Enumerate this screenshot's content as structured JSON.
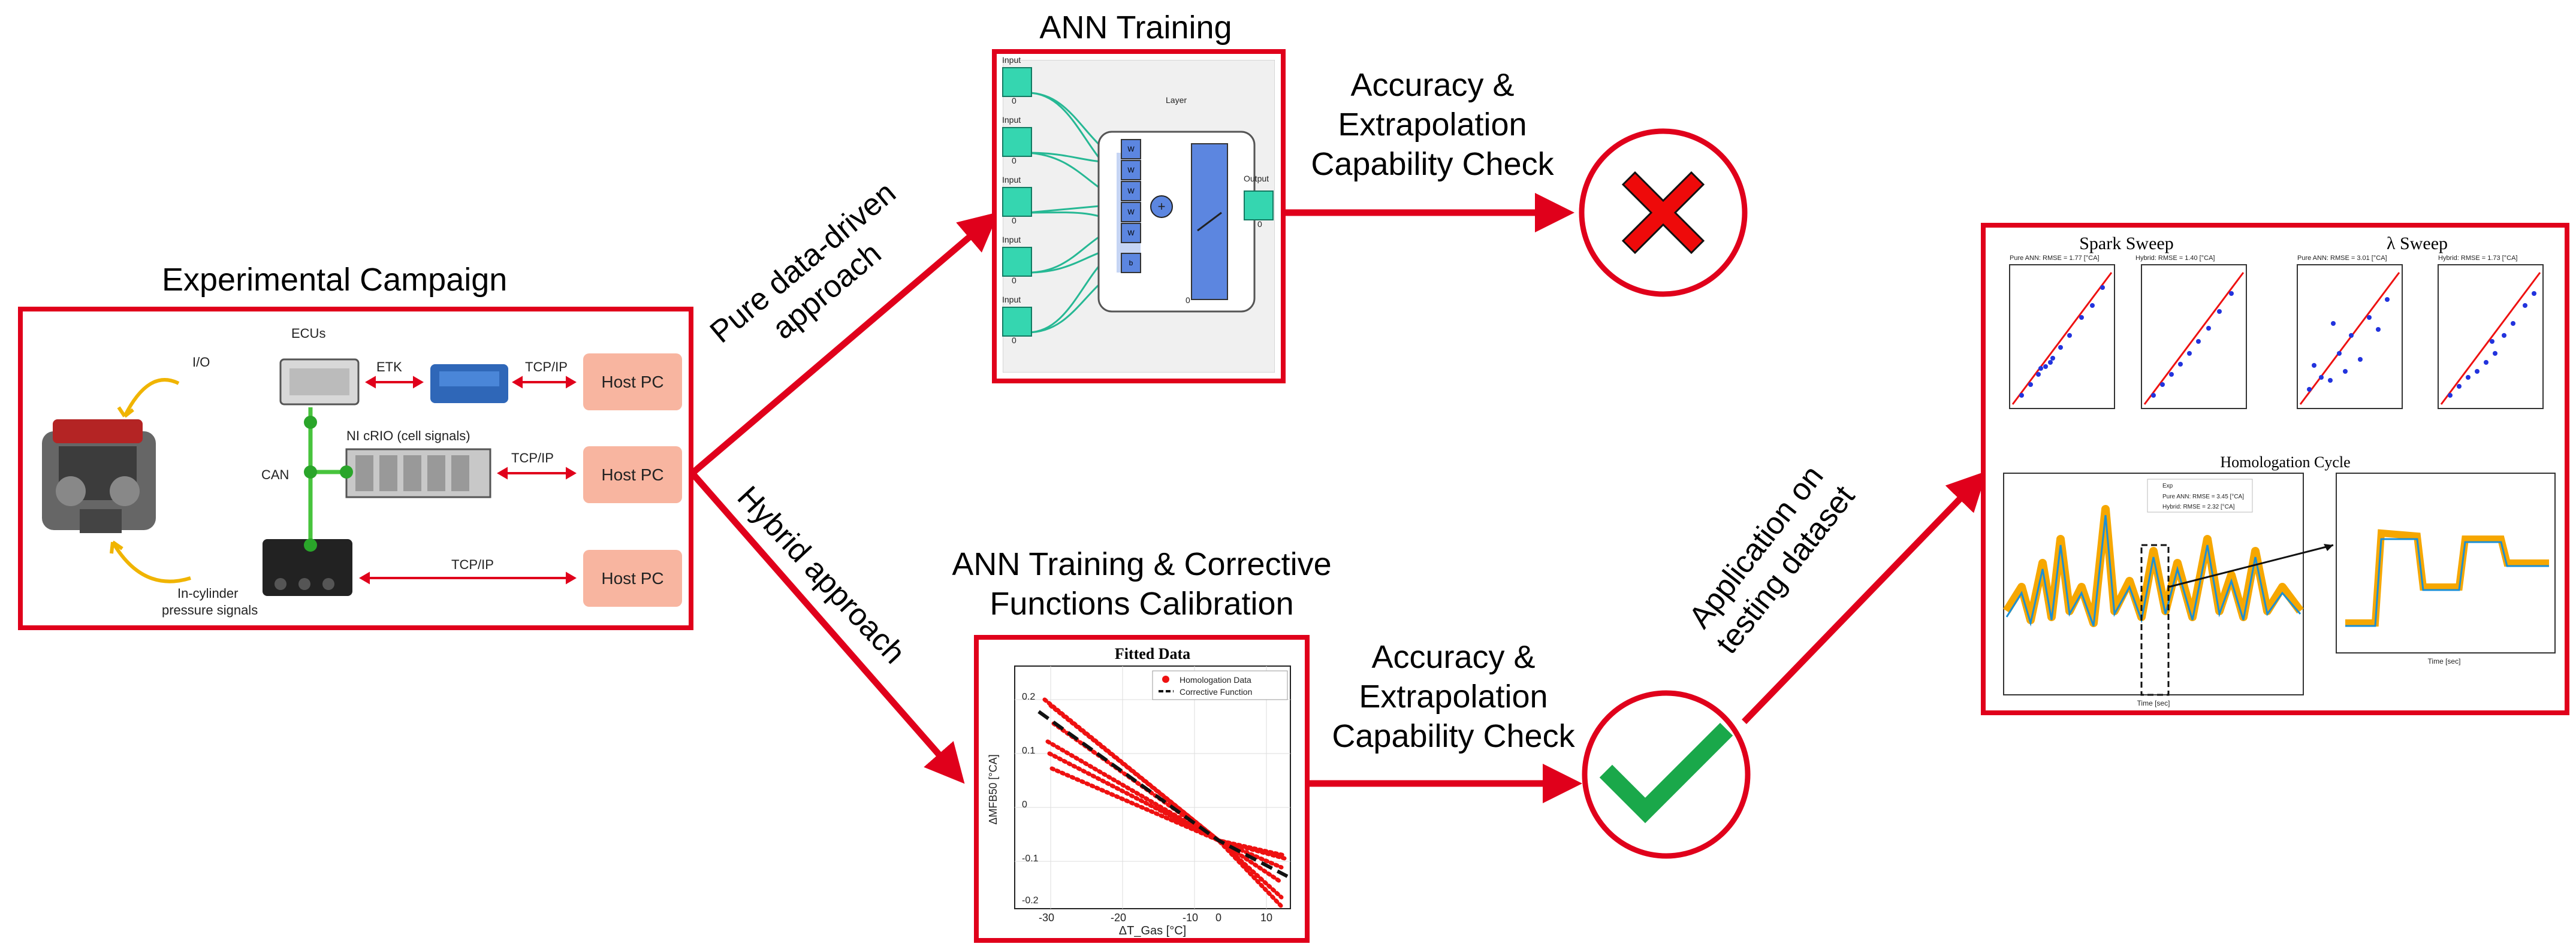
{
  "experimental_campaign": {
    "title": "Experimental Campaign",
    "ecus_label": "ECUs",
    "io_label": "I/O",
    "etk_label": "ETK",
    "tcpip_1": "TCP/IP",
    "tcpip_2": "TCP/IP",
    "tcpip_3": "TCP/IP",
    "nicrio_label": "NI cRIO (cell signals)",
    "can_label": "CAN",
    "incyl_label_1": "In-cylinder",
    "incyl_label_2": "pressure signals",
    "host_pc_1": "Host PC",
    "host_pc_2": "Host PC",
    "host_pc_3": "Host PC"
  },
  "ann_training": {
    "title": "ANN Training",
    "input_label": "Input",
    "input_value": "0",
    "layer_label": "Layer",
    "w_label": "W",
    "b_label": "b",
    "layer_value": "0",
    "output_label": "Output",
    "output_value": "0"
  },
  "pure_path": {
    "label_1": "Pure data-driven",
    "label_2": "approach"
  },
  "check_top": {
    "line1": "Accuracy &",
    "line2": "Extrapolation",
    "line3": "Capability Check",
    "result_icon": "red-x-icon"
  },
  "hybrid_path": {
    "label": "Hybrid approach"
  },
  "ann_corrective": {
    "title_1": "ANN Training & Corrective",
    "title_2": "Functions Calibration",
    "plot_title": "Fitted Data",
    "legend_1": "Homologation Data",
    "legend_2": "Corrective Function",
    "ylabel": "ΔMFB50 [°CA]",
    "xlabel": "ΔT_Gas [°C]",
    "xticks": [
      "-30",
      "-20",
      "-10",
      "0",
      "10"
    ],
    "yticks": [
      "0.2",
      "0.1",
      "0",
      "-0.1",
      "-0.2"
    ]
  },
  "check_bottom": {
    "line1": "Accuracy &",
    "line2": "Extrapolation",
    "line3": "Capability Check",
    "result_icon": "green-check-icon"
  },
  "application": {
    "label_1": "Application on",
    "label_2": "testing dataset"
  },
  "results_panel": {
    "spark_title": "Spark Sweep",
    "lambda_title": "λ Sweep",
    "homologation_title": "Homologation Cycle",
    "spark_sub_1": "Pure ANN: RMSE = 1.77 [°CA]",
    "spark_sub_2": "Hybrid: RMSE = 1.40 [°CA]",
    "lambda_sub_1": "Pure ANN: RMSE = 3.01 [°CA]",
    "lambda_sub_2": "Hybrid: RMSE = 1.73 [°CA]",
    "legend_exp": "Exp",
    "legend_pure": "Pure ANN: RMSE = 3.45 [°CA]",
    "legend_hybrid": "Hybrid: RMSE = 2.32 [°CA]",
    "time_label": "Time [sec]"
  },
  "colors": {
    "accent_red": "#e0001b",
    "check_green": "#1aa84a",
    "neuron_teal": "#35d6b0",
    "bus_green": "#48c43d",
    "host_pc": "#f8b5a0",
    "curve_red": "#ee1111"
  }
}
